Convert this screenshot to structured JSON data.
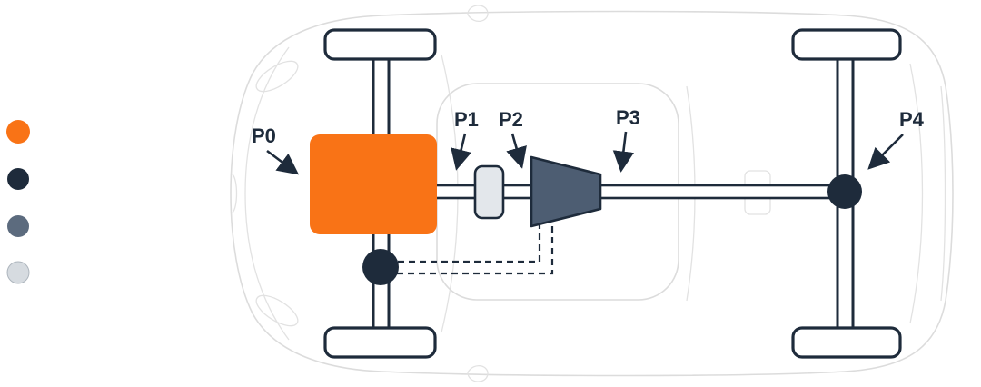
{
  "diagram": {
    "description": "Top-view vehicle powertrain schematic with hybrid motor position labels",
    "labels": {
      "p0": "P0",
      "p1": "P1",
      "p2": "P2",
      "p3": "P3",
      "p4": "P4"
    },
    "colors": {
      "engine_orange": "#F97316",
      "motor_navy": "#1E2B3B",
      "transmission_slate": "#4D5D72",
      "component_lightgray": "#E3E7EB",
      "label_text": "#1E2B3B",
      "outline_gray": "#DCDCDC"
    },
    "legend": {
      "items": [
        {
          "name": "orange-dot",
          "hex": "#F97316"
        },
        {
          "name": "dark-navy-dot",
          "hex": "#1E2B3B"
        },
        {
          "name": "slate-gray-dot",
          "hex": "#5C6B7E"
        },
        {
          "name": "light-gray-dot",
          "hex": "#D6DBE0"
        }
      ]
    }
  }
}
